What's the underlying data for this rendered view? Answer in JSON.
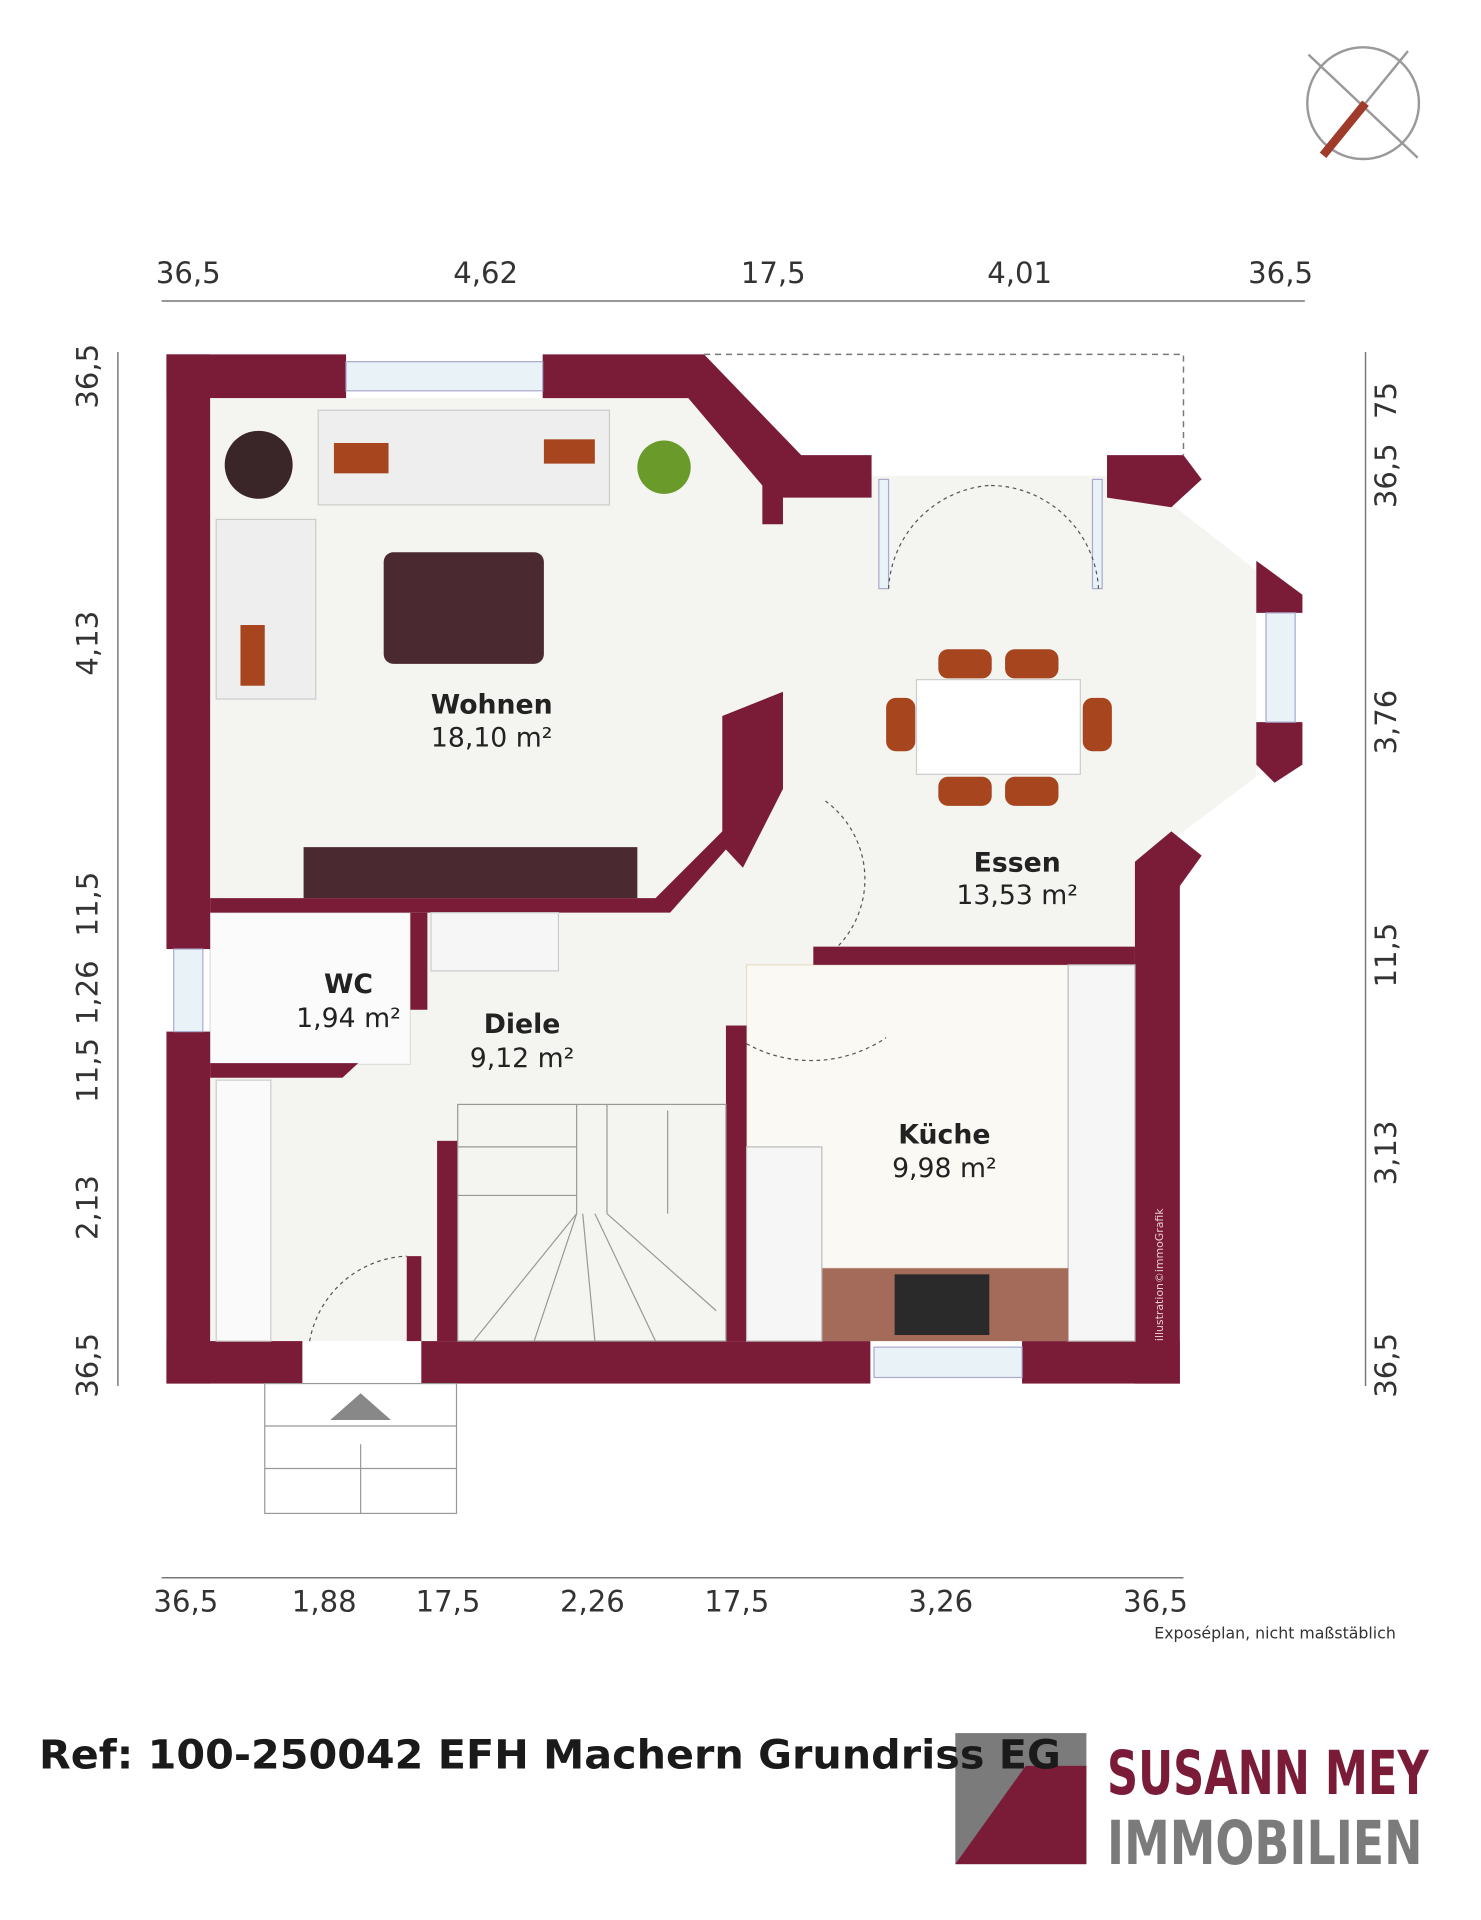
{
  "dimensions": {
    "top": [
      "36,5",
      "4,62",
      "17,5",
      "4,01",
      "36,5"
    ],
    "bottom": [
      "36,5",
      "1,88",
      "17,5",
      "2,26",
      "17,5",
      "3,26",
      "36,5"
    ],
    "left": [
      "36,5",
      "4,13",
      "11,5",
      "1,26",
      "11,5",
      "2,13",
      "36,5"
    ],
    "right": [
      "75",
      "36,5",
      "3,76",
      "11,5",
      "3,13",
      "36,5"
    ]
  },
  "rooms": [
    {
      "name": "Wohnen",
      "area": "18,10 m²"
    },
    {
      "name": "Essen",
      "area": "13,53 m²"
    },
    {
      "name": "WC",
      "area": "1,94 m²"
    },
    {
      "name": "Diele",
      "area": "9,12 m²"
    },
    {
      "name": "Küche",
      "area": "9,98 m²"
    }
  ],
  "credit": "illustration©immoGrafik",
  "note": "Exposéplan, nicht maßstäblich",
  "title": "Ref: 100-250042 EFH Machern Grundriss EG",
  "logo": {
    "line1": "SUSANN MEY",
    "line2": "IMMOBILIEN"
  },
  "colors": {
    "wall": "#7a1b38",
    "logo_gray": "#7b7b7b"
  }
}
